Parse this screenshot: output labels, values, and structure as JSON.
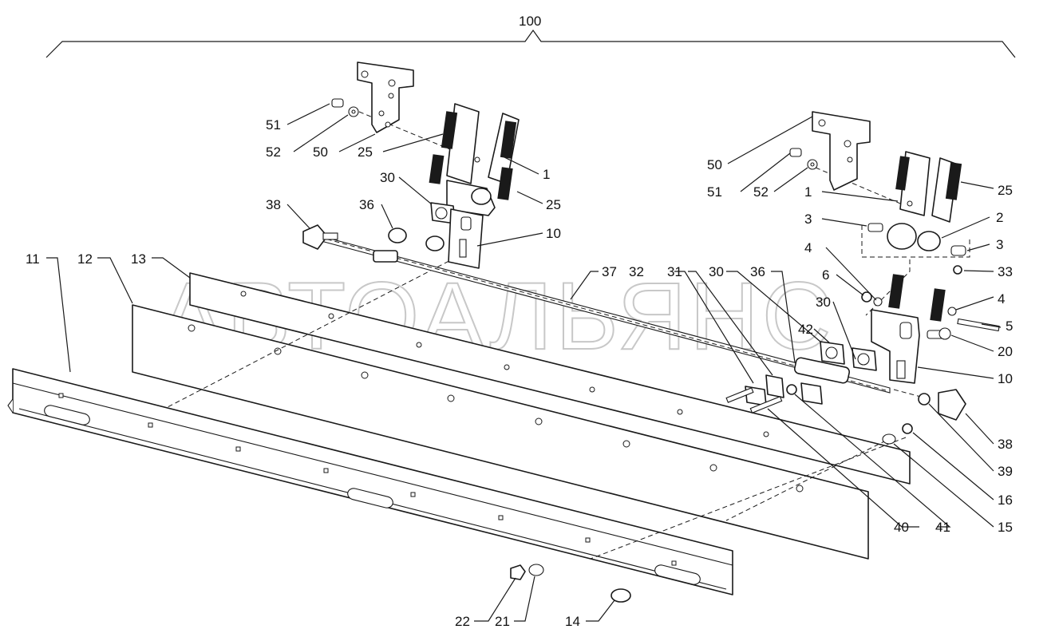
{
  "watermark": "АВТОАЛЬЯНС",
  "callouts": {
    "c100": "100",
    "c51a": "51",
    "c52a": "52",
    "c50a": "50",
    "c25a": "25",
    "c1a": "1",
    "c30a": "30",
    "c25b": "25",
    "c38a": "38",
    "c36a": "36",
    "c10a": "10",
    "c11": "11",
    "c12": "12",
    "c13": "13",
    "c37": "37",
    "c32": "32",
    "c31": "31",
    "c30b": "30",
    "c36b": "36",
    "c50b": "50",
    "c51b": "51",
    "c52b": "52",
    "c1b": "1",
    "c25c": "25",
    "c3a": "3",
    "c2": "2",
    "c3b": "3",
    "c4a": "4",
    "c33": "33",
    "c6": "6",
    "c30c": "30",
    "c42": "42",
    "c4b": "4",
    "c5": "5",
    "c20": "20",
    "c10b": "10",
    "c38b": "38",
    "c39": "39",
    "c16": "16",
    "c15": "15",
    "c40": "40",
    "c41": "41",
    "c22": "22",
    "c21": "21",
    "c14": "14"
  }
}
